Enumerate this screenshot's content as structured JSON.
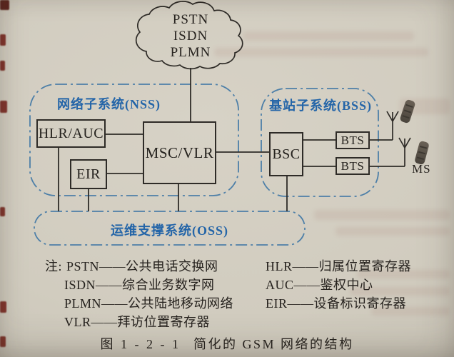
{
  "figure": {
    "caption_number": "图 1 - 2 - 1",
    "caption_text": "简化的 GSM 网络的结构"
  },
  "cloud": {
    "lines": [
      "PSTN",
      "ISDN",
      "PLMN"
    ]
  },
  "nss": {
    "title": "网络子系统(NSS)",
    "boxes": {
      "hlr_auc": "HLR/AUC",
      "eir": "EIR",
      "msc_vlr": "MSC/VLR"
    }
  },
  "bss": {
    "title": "基站子系统(BSS)",
    "boxes": {
      "bsc": "BSC",
      "bts1": "BTS",
      "bts2": "BTS"
    }
  },
  "oss": {
    "title": "运维支撑系统(OSS)"
  },
  "ms_label": "MS",
  "notes": {
    "prefix": "注:",
    "left": [
      "PSTN——公共电话交换网",
      "ISDN——综合业务数字网",
      "PLMN——公共陆地移动网络",
      "VLR——拜访位置寄存器"
    ],
    "right": [
      "HLR——归属位置寄存器",
      "AUC——鉴权中心",
      "EIR——设备标识寄存器"
    ]
  },
  "colors": {
    "label_blue": "#2465a8",
    "container_blue": "#4d7fa8",
    "line_black": "#2e2b27",
    "paper": "#d1ccbf"
  }
}
